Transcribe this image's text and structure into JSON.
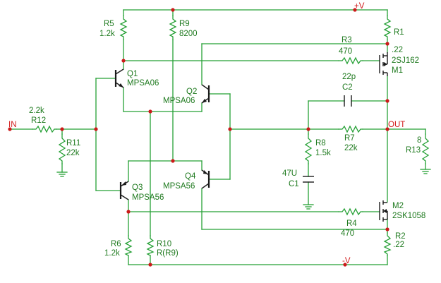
{
  "nets": {
    "vplus": "+V",
    "vminus": "-V",
    "input": "IN",
    "output": "OUT"
  },
  "components": {
    "R1": {
      "name": "R1",
      "value": ".22"
    },
    "R2": {
      "name": "R2",
      "value": ".22"
    },
    "R3": {
      "name": "R3",
      "value": "470"
    },
    "R4": {
      "name": "R4",
      "value": "470"
    },
    "R5": {
      "name": "R5",
      "value": "1.2k"
    },
    "R6": {
      "name": "R6",
      "value": "1.2k"
    },
    "R7": {
      "name": "R7",
      "value": "22k"
    },
    "R8": {
      "name": "R8",
      "value": "1.5k"
    },
    "R9": {
      "name": "R9",
      "value": "8200"
    },
    "R10": {
      "name": "R10",
      "value": "R(R9)"
    },
    "R11": {
      "name": "R11",
      "value": "22k"
    },
    "R12": {
      "name": "R12",
      "value": "2.2k"
    },
    "R13": {
      "name": "R13",
      "value": "8"
    },
    "C1": {
      "name": "C1",
      "value": "47U"
    },
    "C2": {
      "name": "C2",
      "value": "22p"
    },
    "Q1": {
      "name": "Q1",
      "value": "MPSA06"
    },
    "Q2": {
      "name": "Q2",
      "value": "MPSA06"
    },
    "Q3": {
      "name": "Q3",
      "value": "MPSA56"
    },
    "Q4": {
      "name": "Q4",
      "value": "MPSA56"
    },
    "M1": {
      "name": "M1",
      "value": "2SJ162"
    },
    "M2": {
      "name": "M2",
      "value": "2SK1058"
    }
  },
  "colors": {
    "wire": "#25a035",
    "label": "#1f7a1f",
    "net_label": "#d11a1a",
    "junction": "#cc1a1a",
    "component": "#1a1a1a"
  }
}
